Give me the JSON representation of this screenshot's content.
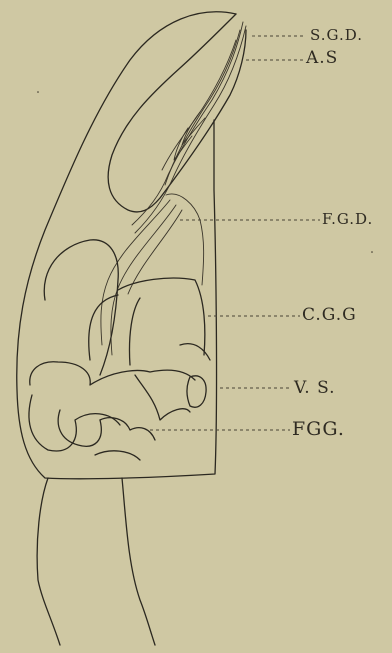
{
  "labels": {
    "sgd": "S.G.D.",
    "as": "A.S",
    "fgd": "F.G.D.",
    "cgg": "C.G.G",
    "vs": "V. S.",
    "fgg": "FGG."
  },
  "colors": {
    "paper": "#cfc8a3",
    "ink": "#2b2820"
  }
}
